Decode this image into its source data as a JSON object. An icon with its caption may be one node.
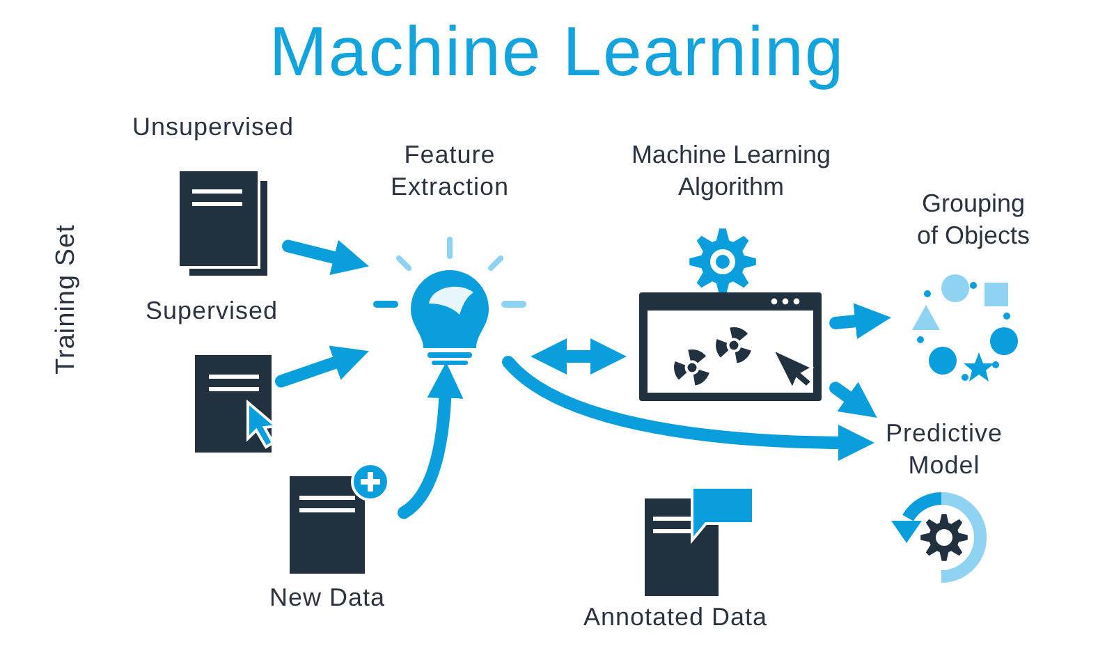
{
  "diagram": {
    "title": "Machine Learning",
    "nodes": [
      {
        "text": [
          "Unsupervised"
        ]
      },
      {
        "text": [
          "Supervised"
        ]
      },
      {
        "text": [
          "New Data"
        ]
      },
      {
        "text": [
          "Feature Extraction"
        ]
      },
      {
        "text": [
          "Machine Learning Algorithm"
        ]
      },
      {
        "text": [
          "Grouping of Objects"
        ]
      },
      {
        "text": [
          "Predictive Model"
        ]
      },
      {
        "text": [
          "Annotated Data"
        ]
      }
    ],
    "edges": [
      {
        "from": 0,
        "to": 3,
        "arrow": "to"
      },
      {
        "from": 1,
        "to": 3,
        "arrow": "to"
      },
      {
        "from": 2,
        "to": 3,
        "arrow": "to"
      },
      {
        "from": 3,
        "to": 4,
        "arrow": "both"
      },
      {
        "from": 3,
        "to": 6,
        "arrow": "to"
      },
      {
        "from": 4,
        "to": 5,
        "arrow": "to"
      },
      {
        "from": 4,
        "to": 6,
        "arrow": "to"
      }
    ],
    "labels": [
      "Training Set"
    ]
  }
}
